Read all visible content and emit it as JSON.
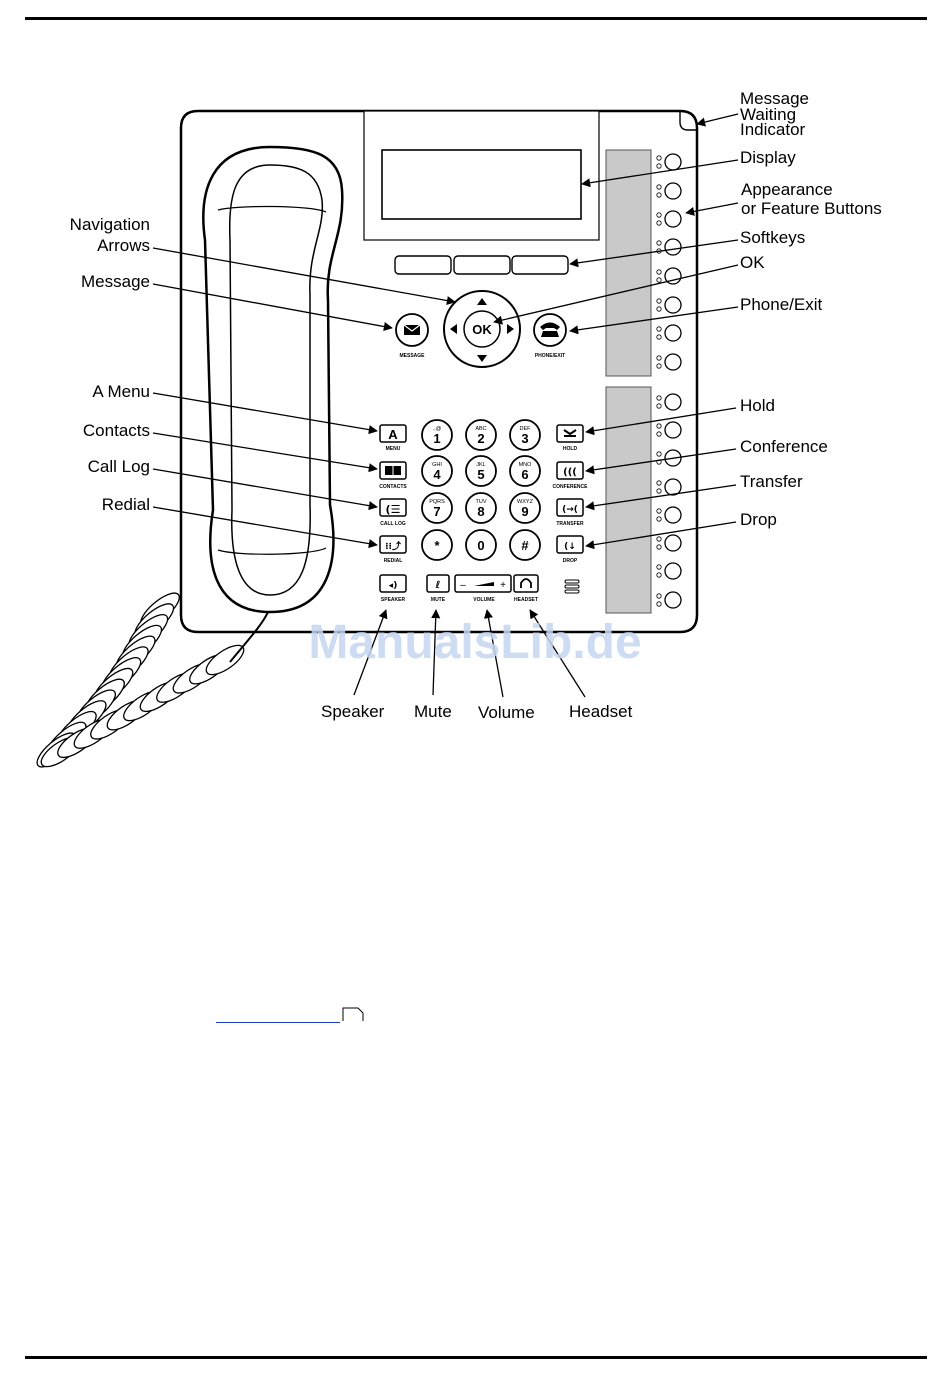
{
  "labels": {
    "message_waiting": [
      "Message",
      "Waiting",
      "Indicator"
    ],
    "display": "Display",
    "appearance": [
      "Appearance",
      "or Feature Buttons"
    ],
    "softkeys": "Softkeys",
    "ok": "OK",
    "phone_exit": "Phone/Exit",
    "navigation": [
      "Navigation",
      "Arrows"
    ],
    "message": "Message",
    "a_menu": "A Menu",
    "contacts": "Contacts",
    "call_log": "Call  Log",
    "redial": "Redial",
    "hold": "Hold",
    "conference": "Conference",
    "transfer": "Transfer",
    "drop": "Drop",
    "speaker": "Speaker",
    "mute": "Mute",
    "volume": "Volume",
    "headset": "Headset"
  },
  "phone_text": {
    "ok_key": "OK",
    "message_key": "MESSAGE",
    "phone_exit_key": "PHONE/EXIT",
    "menu_key": "MENU",
    "contacts_key": "CONTACTS",
    "call_log_key": "CALL LOG",
    "redial_key": "REDIAL",
    "hold_key": "HOLD",
    "conference_key": "CONFERENCE",
    "transfer_key": "TRANSFER",
    "drop_key": "DROP",
    "speaker_key": "SPEAKER",
    "mute_key": "MUTE",
    "volume_key": "VOLUME",
    "headset_key": "HEADSET",
    "volume_minus": "–",
    "volume_plus": "+"
  },
  "keypad": [
    {
      "num": "1",
      "sub": ".,@"
    },
    {
      "num": "2",
      "sub": "ABC"
    },
    {
      "num": "3",
      "sub": "DEF"
    },
    {
      "num": "4",
      "sub": "GHI"
    },
    {
      "num": "5",
      "sub": "JKL"
    },
    {
      "num": "6",
      "sub": "MNO"
    },
    {
      "num": "7",
      "sub": "PQRS"
    },
    {
      "num": "8",
      "sub": "TUV"
    },
    {
      "num": "9",
      "sub": "WXYZ"
    },
    {
      "num": "*",
      "sub": ""
    },
    {
      "num": "0",
      "sub": ""
    },
    {
      "num": "#",
      "sub": ""
    }
  ],
  "watermark": "ManualsLib.de"
}
